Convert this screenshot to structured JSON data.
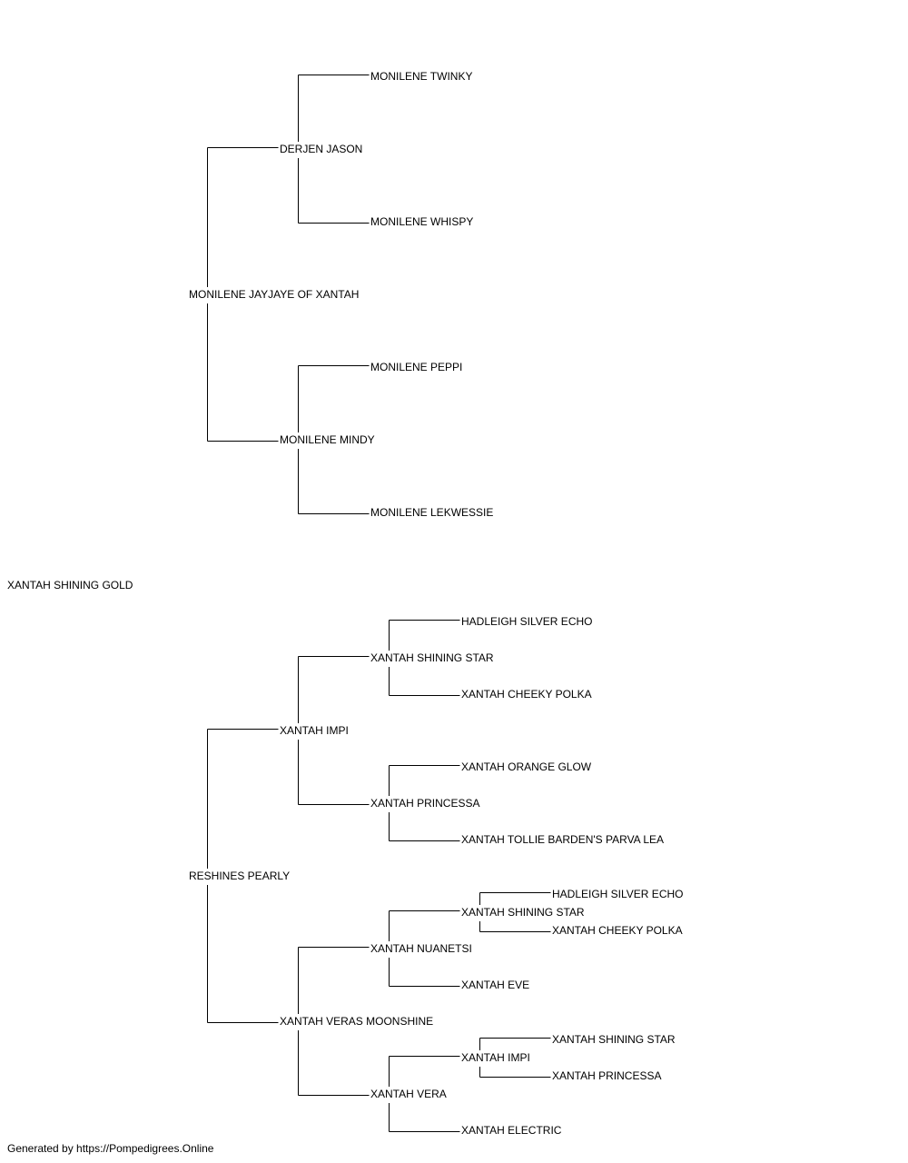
{
  "pedigree": {
    "subject": "XANTAH SHINING GOLD",
    "sire": {
      "name": "MONILENE JAYJAYE OF XANTAH",
      "sire": {
        "name": "DERJEN JASON",
        "sire": {
          "name": "MONILENE TWINKY"
        },
        "dam": {
          "name": "MONILENE WHISPY"
        }
      },
      "dam": {
        "name": "MONILENE MINDY",
        "sire": {
          "name": "MONILENE PEPPI"
        },
        "dam": {
          "name": "MONILENE LEKWESSIE"
        }
      }
    },
    "dam": {
      "name": "RESHINES PEARLY",
      "sire": {
        "name": "XANTAH IMPI",
        "sire": {
          "name": "XANTAH SHINING STAR",
          "sire": {
            "name": "HADLEIGH SILVER ECHO"
          },
          "dam": {
            "name": "XANTAH CHEEKY POLKA"
          }
        },
        "dam": {
          "name": "XANTAH PRINCESSA",
          "sire": {
            "name": "XANTAH ORANGE GLOW"
          },
          "dam": {
            "name": "XANTAH TOLLIE BARDEN'S PARVA LEA"
          }
        }
      },
      "dam": {
        "name": "XANTAH VERAS MOONSHINE",
        "sire": {
          "name": "XANTAH NUANETSI",
          "sire": {
            "name": "XANTAH SHINING STAR",
            "sire": {
              "name": "HADLEIGH SILVER ECHO"
            },
            "dam": {
              "name": "XANTAH CHEEKY POLKA"
            }
          },
          "dam": {
            "name": "XANTAH EVE"
          }
        },
        "dam": {
          "name": "XANTAH VERA",
          "sire": {
            "name": "XANTAH IMPI",
            "sire": {
              "name": "XANTAH SHINING STAR"
            },
            "dam": {
              "name": "XANTAH PRINCESSA"
            }
          },
          "dam": {
            "name": "XANTAH ELECTRIC"
          }
        }
      }
    }
  },
  "footer": {
    "credit": "Generated by https://Pompedigrees.Online"
  }
}
